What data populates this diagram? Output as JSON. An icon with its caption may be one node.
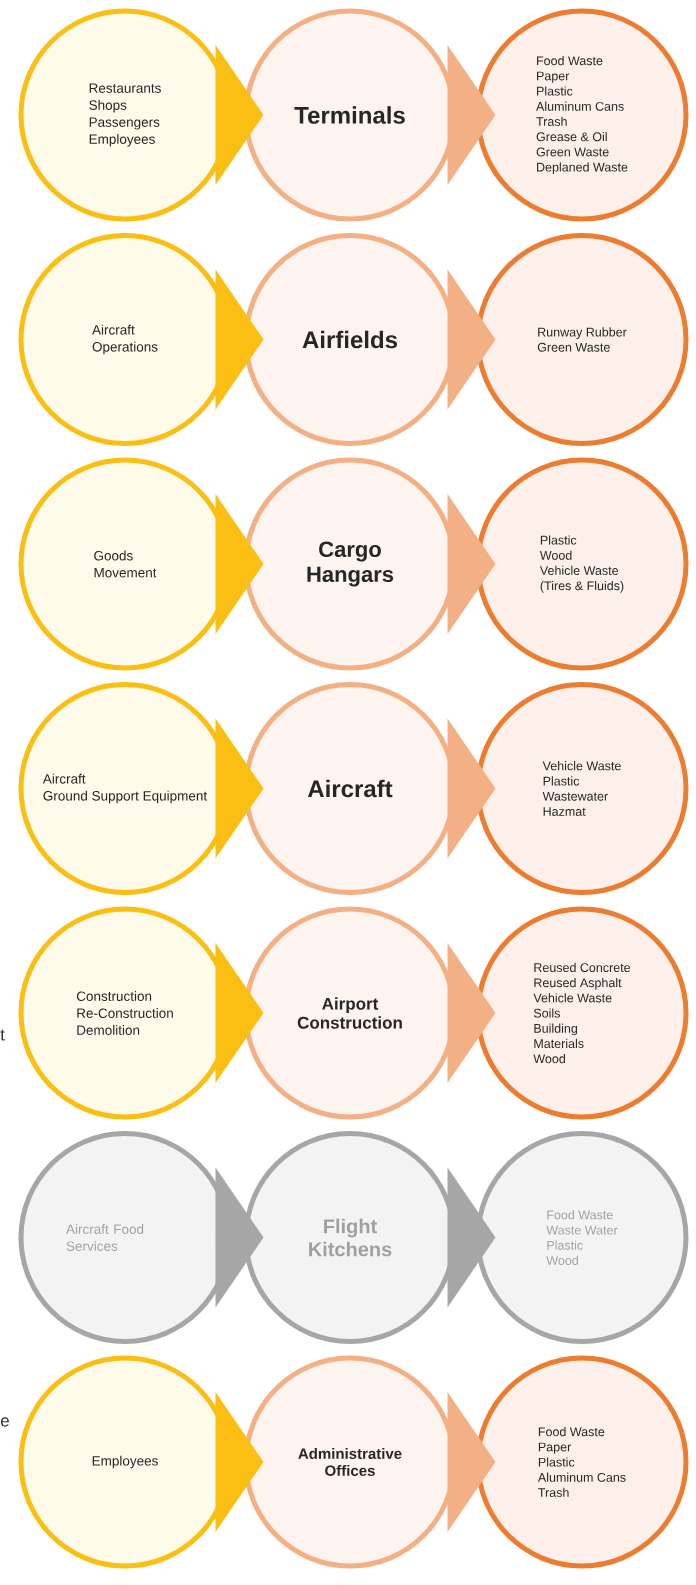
{
  "diagram": {
    "nodes": [
      {
        "text": [
          "Restaurants",
          "Shops",
          "Passengers",
          "Employees"
        ]
      },
      {
        "text": [
          "Terminals"
        ]
      },
      {
        "text": [
          "Food Waste",
          "Paper",
          "Plastic",
          "Aluminum Cans",
          "Trash",
          "Grease & Oil",
          "Green Waste",
          "Deplaned Waste"
        ]
      },
      {
        "text": [
          "Aircraft",
          "Operations"
        ]
      },
      {
        "text": [
          "Airfields"
        ]
      },
      {
        "text": [
          "Runway Rubber",
          "Green Waste"
        ]
      },
      {
        "text": [
          "Goods",
          "Movement"
        ]
      },
      {
        "text": [
          "Cargo Hangars"
        ]
      },
      {
        "text": [
          "Plastic",
          "Wood",
          "Vehicle Waste",
          "(Tires & Fluids)"
        ]
      },
      {
        "text": [
          "Aircraft",
          "Ground Support Equipment"
        ]
      },
      {
        "text": [
          "Aircraft"
        ]
      },
      {
        "text": [
          "Vehicle Waste",
          "Plastic",
          "Wastewater",
          "Hazmat"
        ]
      },
      {
        "text": [
          "Construction",
          "Re-Construction",
          "Demolition"
        ]
      },
      {
        "text": [
          "Airport Construction"
        ]
      },
      {
        "text": [
          "Reused Concrete",
          "Reused Asphalt",
          "Vehicle Waste",
          "Soils",
          "Building",
          "Materials",
          "Wood"
        ]
      },
      {
        "text": [
          "Aircraft Food Services"
        ]
      },
      {
        "text": [
          "Flight Kitchens"
        ]
      },
      {
        "text": [
          "Food Waste",
          "Waste Water",
          "Plastic",
          "Wood"
        ]
      },
      {
        "text": [
          "Employees"
        ]
      },
      {
        "text": [
          "Administrative Offices"
        ]
      },
      {
        "text": [
          "Food Waste",
          "Paper",
          "Plastic",
          "Aluminum Cans",
          "Trash"
        ]
      }
    ],
    "edges": [
      {
        "from": 0,
        "to": 1,
        "arrow": "to",
        "color": "#fbbf14"
      },
      {
        "from": 1,
        "to": 2,
        "arrow": "to",
        "color": "#f3b085"
      },
      {
        "from": 3,
        "to": 4,
        "arrow": "to",
        "color": "#fbbf14"
      },
      {
        "from": 4,
        "to": 5,
        "arrow": "to",
        "color": "#f3b085"
      },
      {
        "from": 6,
        "to": 7,
        "arrow": "to",
        "color": "#fbbf14"
      },
      {
        "from": 7,
        "to": 8,
        "arrow": "to",
        "color": "#f3b085"
      },
      {
        "from": 9,
        "to": 10,
        "arrow": "to",
        "color": "#fbbf14"
      },
      {
        "from": 10,
        "to": 11,
        "arrow": "to",
        "color": "#f3b085"
      },
      {
        "from": 12,
        "to": 13,
        "arrow": "to",
        "color": "#fbbf14"
      },
      {
        "from": 13,
        "to": 14,
        "arrow": "to",
        "color": "#f3b085"
      },
      {
        "from": 15,
        "to": 16,
        "arrow": "to",
        "color": "#a6a6a6"
      },
      {
        "from": 16,
        "to": 17,
        "arrow": "to",
        "color": "#a6a6a6"
      },
      {
        "from": 18,
        "to": 19,
        "arrow": "to",
        "color": "#fbbf14"
      },
      {
        "from": 19,
        "to": 20,
        "arrow": "to",
        "color": "#f3b085"
      }
    ],
    "labels": [
      "t",
      "e"
    ]
  }
}
